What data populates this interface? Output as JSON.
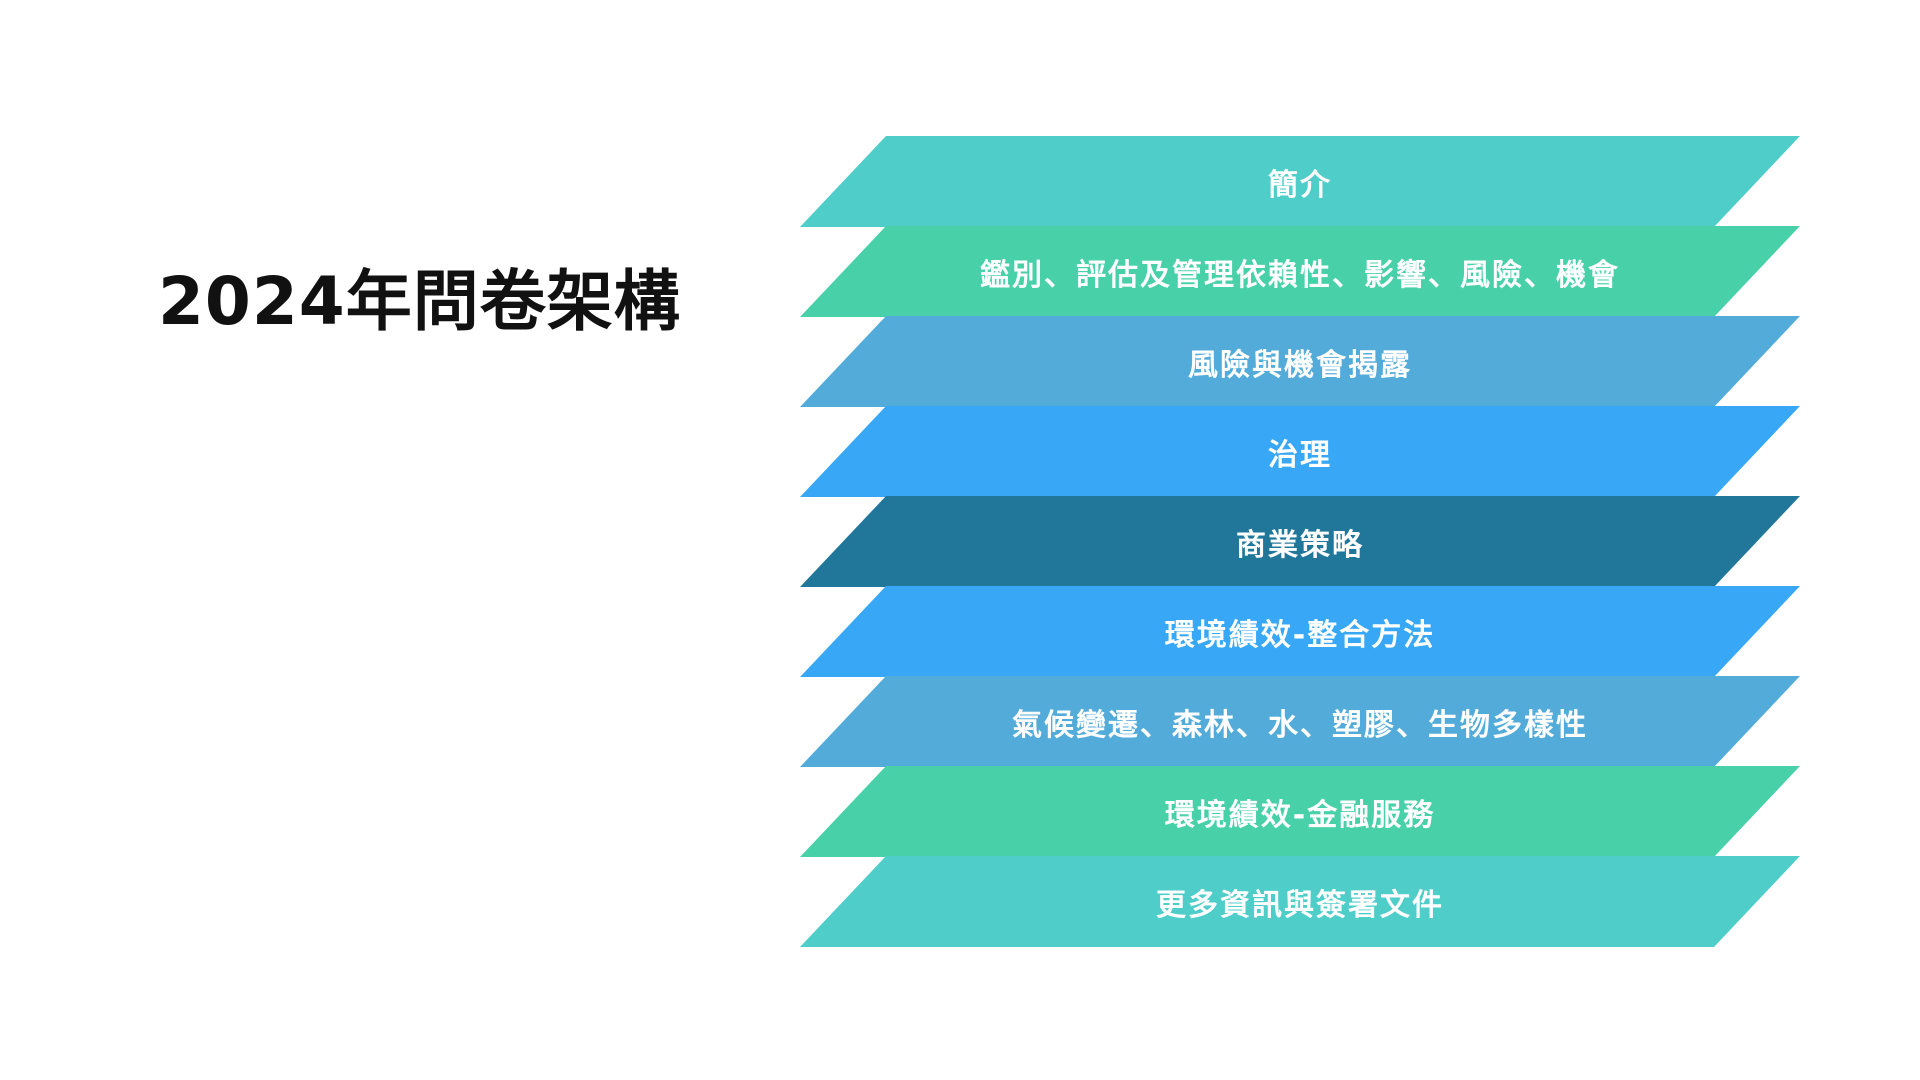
{
  "title": "2024年問卷架構",
  "layers": [
    {
      "label": "簡介",
      "color": "#4ecdc9"
    },
    {
      "label": "鑑別、評估及管理依賴性、影響、風險、機會",
      "color": "#48d1a8"
    },
    {
      "label": "風險與機會揭露",
      "color": "#52abd9"
    },
    {
      "label": "治理",
      "color": "#38a8f6"
    },
    {
      "label": "商業策略",
      "color": "#21779a"
    },
    {
      "label": "環境績效-整合方法",
      "color": "#38a8f6"
    },
    {
      "label": "氣候變遷、森林、水、塑膠、生物多樣性",
      "color": "#52abd9"
    },
    {
      "label": "環境績效-金融服務",
      "color": "#48d1a8"
    },
    {
      "label": "更多資訊與簽署文件",
      "color": "#4ecdc9"
    }
  ]
}
